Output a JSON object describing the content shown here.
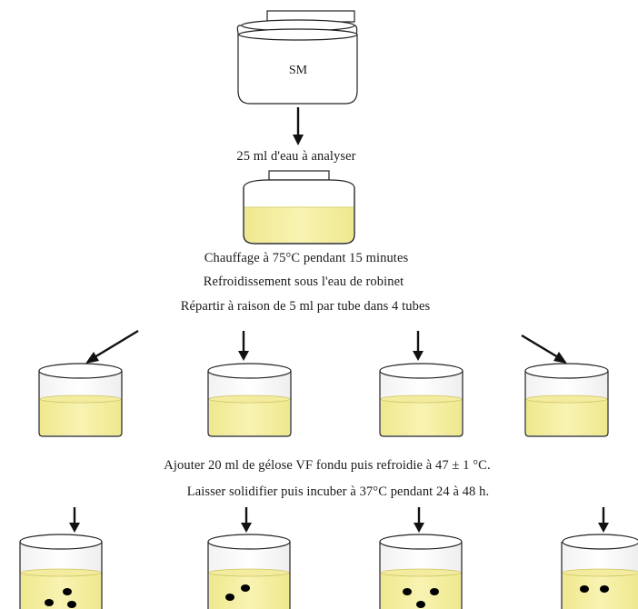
{
  "stock_bottle": {
    "label": "SM"
  },
  "steps": {
    "sample_volume": "25 ml d'eau à analyser",
    "heating": "Chauffage à 75°C  pendant 15 minutes",
    "cooling": "Refroidissement sous l'eau de robinet",
    "distribute": "Répartir à raison de 5 ml par tube dans 4 tubes",
    "add_agar": "Ajouter 20 ml de gélose VF fondu puis refroidie à 47 ±  1 °C.",
    "incubate": "Laisser solidifier puis incuber à 37°C pendant 24 à 48 h."
  },
  "colors": {
    "liquid": "#f5f0a8",
    "liquid_edge": "#e4dc7a",
    "colony": "#000000",
    "outline": "#222222"
  },
  "icons": {
    "arrow": "down-arrow-icon",
    "diagonal_arrow": "diagonal-arrow-icon"
  }
}
